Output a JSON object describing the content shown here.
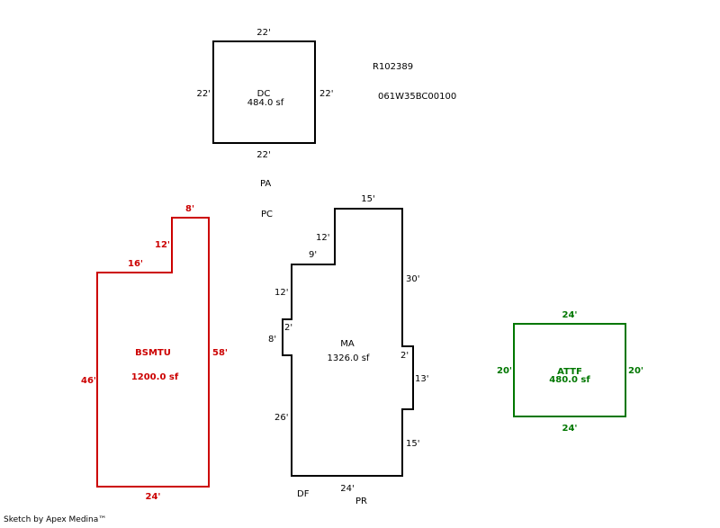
{
  "ids": {
    "account": "R102389",
    "map_tax_lot": "061W35BC00100"
  },
  "colors": {
    "main": "#000000",
    "basement": "#cc0000",
    "attached": "#007700"
  },
  "areas": {
    "dc": {
      "name": "DC",
      "area": "484.0 sf",
      "top": "22'",
      "bottom": "22'",
      "left": "22'",
      "right": "22'"
    },
    "ma": {
      "name": "MA",
      "area": "1326.0 sf",
      "top": "15'",
      "seg_12a": "12'",
      "seg_9": "9'",
      "seg_12b": "12'",
      "seg_2a": "2'",
      "seg_8": "8'",
      "seg_26": "26'",
      "bottom": "24'",
      "right_30": "30'",
      "seg_2b": "2'",
      "seg_13": "13'",
      "seg_15": "15'"
    },
    "bsmtu": {
      "name": "BSMTU",
      "area": "1200.0 sf",
      "top_8": "8'",
      "seg_12": "12'",
      "seg_16": "16'",
      "left": "46'",
      "right": "58'",
      "bottom": "24'"
    },
    "attf": {
      "name": "ATTF",
      "area": "480.0 sf",
      "top": "24'",
      "bottom": "24'",
      "left": "20'",
      "right": "20'"
    }
  },
  "labels": {
    "pa": "PA",
    "pc": "PC",
    "df": "DF",
    "pr": "PR"
  },
  "footer": "Sketch by Apex Medina™"
}
